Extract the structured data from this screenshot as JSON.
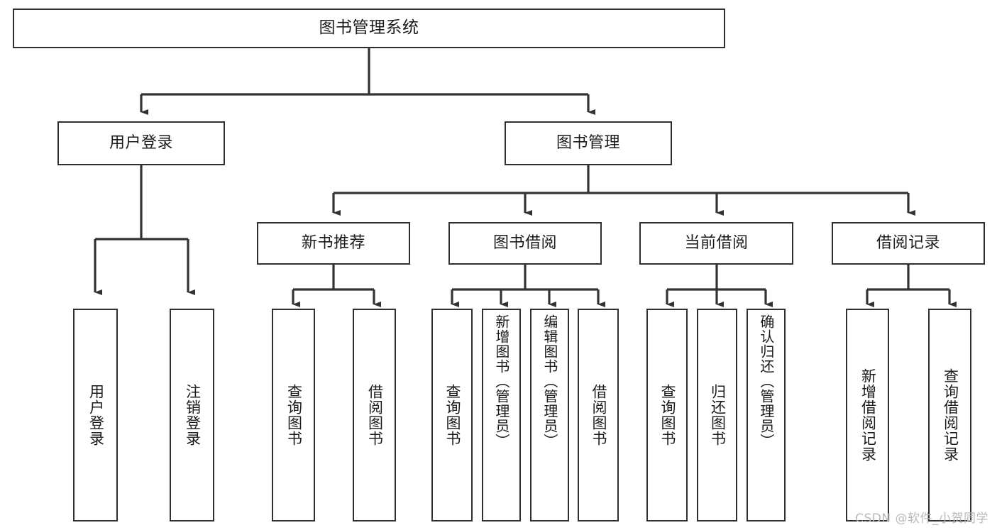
{
  "diagram": {
    "type": "tree-hierarchy",
    "title": "图书管理系统",
    "watermark": "CSDN @软件_小贺同学",
    "colors": {
      "box_border": "#2f2f2f",
      "box_fill": "#ffffff",
      "connector": "#333333",
      "text": "#1b1b1b",
      "watermark": "#b9b9b9",
      "background": "#ffffff"
    },
    "nodes": {
      "root": {
        "label": "图书管理系统"
      },
      "level1": [
        {
          "id": "user-login",
          "label": "用户登录"
        },
        {
          "id": "book-manage",
          "label": "图书管理"
        }
      ],
      "level2": [
        {
          "id": "new-book-rec",
          "label": "新书推荐"
        },
        {
          "id": "book-borrow",
          "label": "图书借阅"
        },
        {
          "id": "current-borrow",
          "label": "当前借阅"
        },
        {
          "id": "borrow-record",
          "label": "借阅记录"
        }
      ],
      "leaves": {
        "user-login": [
          {
            "id": "leaf-user-login",
            "label": "用户登录"
          },
          {
            "id": "leaf-user-logout",
            "label": "注销登录"
          }
        ],
        "new-book-rec": [
          {
            "id": "leaf-query-book-1",
            "label": "查询图书"
          },
          {
            "id": "leaf-borrow-book-1",
            "label": "借阅图书"
          }
        ],
        "book-borrow": [
          {
            "id": "leaf-query-book-2",
            "label": "查询图书"
          },
          {
            "id": "leaf-add-book",
            "label": "新增图书（管理员）"
          },
          {
            "id": "leaf-edit-book",
            "label": "编辑图书（管理员）"
          },
          {
            "id": "leaf-borrow-book-2",
            "label": "借阅图书"
          }
        ],
        "current-borrow": [
          {
            "id": "leaf-query-book-3",
            "label": "查询图书"
          },
          {
            "id": "leaf-return-book",
            "label": "归还图书"
          },
          {
            "id": "leaf-confirm-return",
            "label": "确认归还（管理员）"
          }
        ],
        "borrow-record": [
          {
            "id": "leaf-add-record",
            "label": "新增借阅记录"
          },
          {
            "id": "leaf-query-record",
            "label": "查询借阅记录"
          }
        ]
      }
    }
  }
}
